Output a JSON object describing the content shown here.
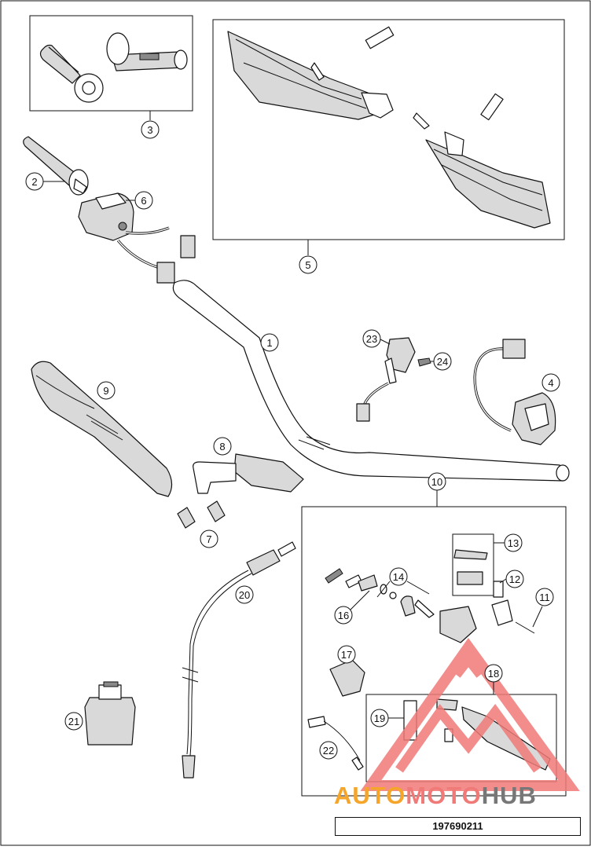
{
  "diagram": {
    "drawing_number": "197690211",
    "watermark": {
      "part1": "AUTO",
      "part2": "MOTO",
      "part3": "HUB"
    },
    "callouts": [
      "1",
      "2",
      "3",
      "4",
      "5",
      "6",
      "7",
      "8",
      "9",
      "10",
      "11",
      "12",
      "13",
      "14",
      "16",
      "17",
      "18",
      "19",
      "20",
      "21",
      "22",
      "23",
      "24"
    ],
    "colors": {
      "line": "#111111",
      "watermark_red": "#f07a78",
      "watermark_orange": "#f5a52a",
      "watermark_gray": "#777777"
    }
  }
}
